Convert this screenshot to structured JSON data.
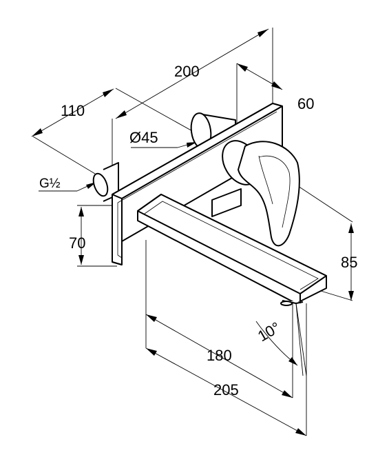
{
  "drawing": {
    "dimensions": {
      "overall_depth": "200",
      "wall_depth": "110",
      "plate_thickness": "60",
      "diameter": "Ø45",
      "thread": "G½",
      "plate_height": "70",
      "height": "85",
      "spout_length": "180",
      "overall_length": "205",
      "angle": "10°"
    }
  }
}
